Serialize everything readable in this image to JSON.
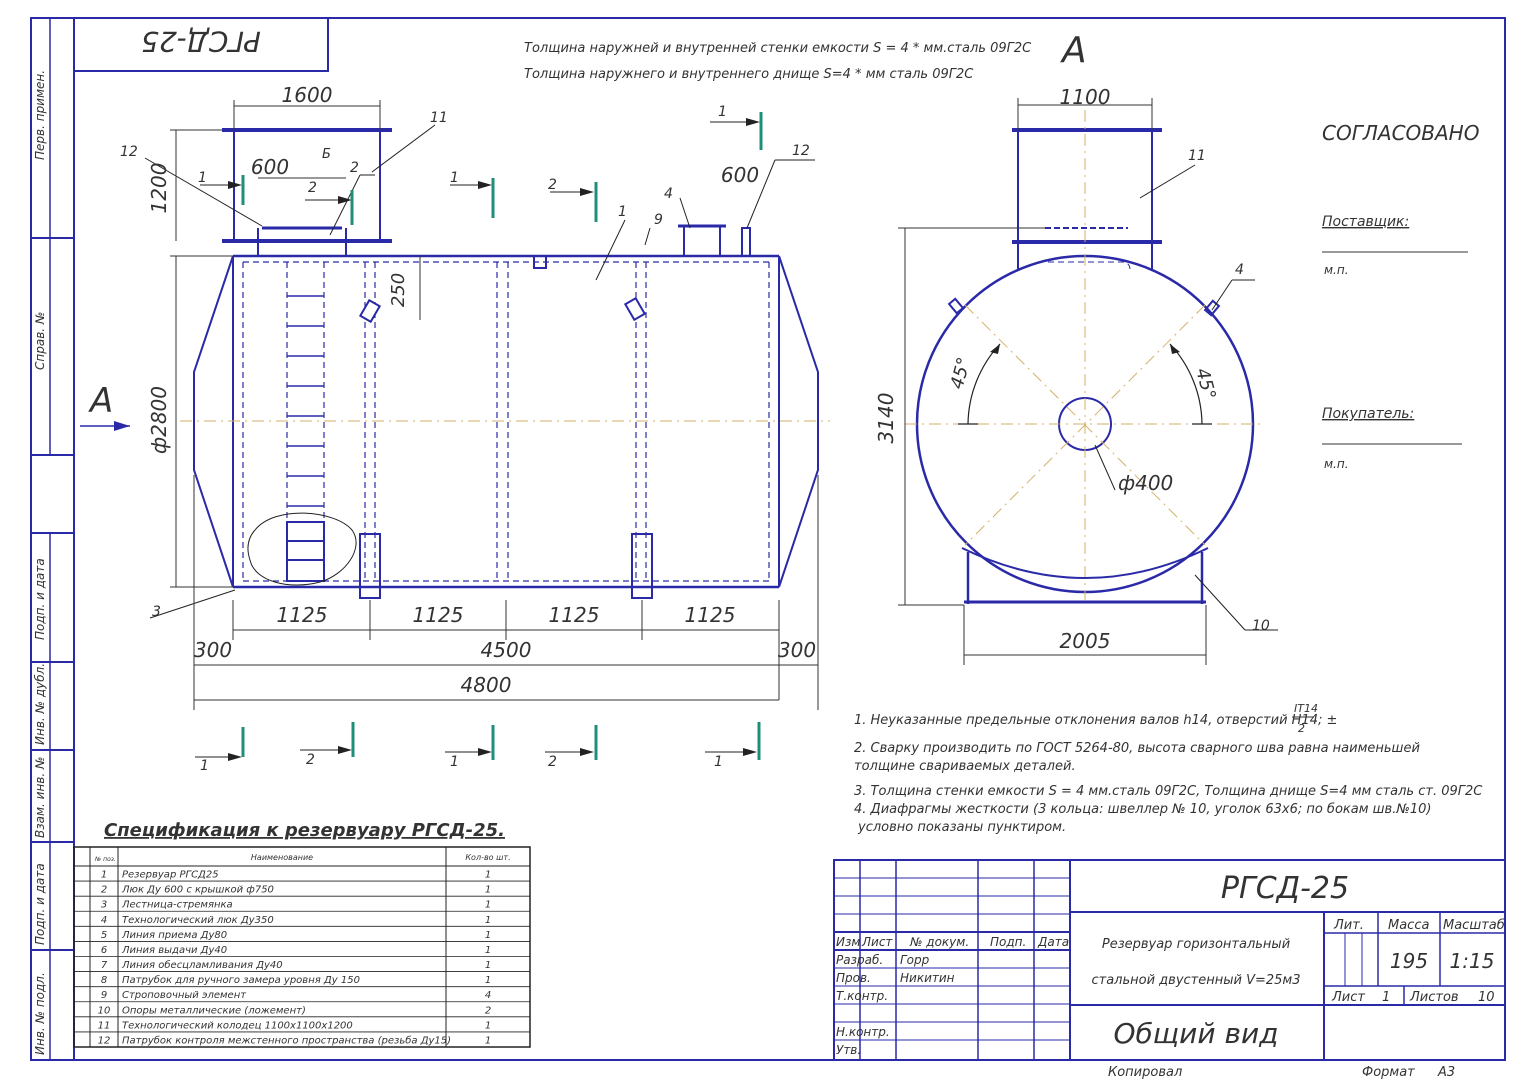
{
  "stamp_top": "РГСД-25",
  "notes_top": [
    "Толщина наружней и внутренней стенки емкости S = 4 * мм.сталь 09Г2С",
    "Толщина наружнего и внутреннего днище S=4 * мм сталь 09Г2С"
  ],
  "side_strip": [
    "Перв. примен.",
    "Справ. №",
    "Подп. и дата",
    "Инв. № дубл.",
    "Взам. инв. №",
    "Подп. и дата",
    "Инв. № подл."
  ],
  "view_label": "А",
  "dims": {
    "d1600": "1600",
    "d600a": "600",
    "d1200": "1200",
    "d600b": "600",
    "d250": "250",
    "d2800": "ф2800",
    "d1125": "1125",
    "d4500": "4500",
    "d300": "300",
    "d4800": "4800",
    "d1100": "1100",
    "d3140": "3140",
    "d2005": "2005",
    "d400": "ф400",
    "a45": "45°"
  },
  "callouts": [
    "1",
    "2",
    "3",
    "4",
    "9",
    "10",
    "11",
    "12",
    "Б"
  ],
  "approval": {
    "title": "СОГЛАСОВАНО",
    "supplier": "Поставщик:",
    "buyer": "Покупатель:",
    "mp": "м.п."
  },
  "tech_notes": [
    "1. Неуказанные предельные отклонения валов h14, отверстий H14; ±",
    "IT14",
    "2",
    "2. Сварку производить  по ГОСТ 5264-80, высота сварного шва равна наименьшей",
    "толщине свариваемых деталей.",
    "3. Толщина стенки емкости S = 4 мм.сталь 09Г2С, Толщина днище S=4 мм сталь ст. 09Г2С",
    "4. Диафрагмы жесткости (3 кольца: швеллер № 10,  уголок 63х6; по бокам шв.№10)",
    "условно показаны пунктиром."
  ],
  "spec": {
    "title": "Спецификация к резервуару РГСД-25.",
    "headers": [
      "№ поз.",
      "Наименование",
      "Кол-во шт."
    ],
    "rows": [
      [
        "1",
        "Резервуар РГСД25",
        "1"
      ],
      [
        "2",
        "Люк Ду 600 с крышкой ф750",
        "1"
      ],
      [
        "3",
        "Лестница-стремянка",
        "1"
      ],
      [
        "4",
        "Технологический люк Ду350",
        "1"
      ],
      [
        "5",
        "Линия приема Ду80",
        "1"
      ],
      [
        "6",
        "Линия выдачи Ду40",
        "1"
      ],
      [
        "7",
        "Линия обесцламливания Ду40",
        "1"
      ],
      [
        "8",
        "Патрубок для ручного замера уровня Ду 150",
        "1"
      ],
      [
        "9",
        "Строповочный элемент",
        "4"
      ],
      [
        "10",
        "Опоры металлические (ложемент)",
        "2"
      ],
      [
        "11",
        "Технологический колодец 1100х1100х1200",
        "1"
      ],
      [
        "12",
        "Патрубок контроля межстенного пространства (резьба Ду15)",
        "1"
      ]
    ]
  },
  "titleblock": {
    "code": "РГСД-25",
    "name_line1": "Резервуар горизонтальный",
    "name_line2": "стальной двустенный V=25м3",
    "view": "Общий вид",
    "col_izm": "Изм",
    "col_list": "Лист",
    "col_doc": "№ докум.",
    "col_sign": "Подп.",
    "col_date": "Дата",
    "razrab": "Разраб.",
    "razrab_name": "Горр",
    "prov": "Пров.",
    "prov_name": "Никитин",
    "tkontr": "Т.контр.",
    "nkontr": "Н.контр.",
    "utv": "Утв.",
    "lit": "Лит.",
    "massa": "Масса",
    "masshtab": "Масштаб",
    "mass_value": "195",
    "scale_value": "1:15",
    "sheet_label": "Лист",
    "sheet_value": "1",
    "sheets_label": "Листов",
    "sheets_value": "10",
    "copied": "Копировал",
    "format": "Формат",
    "format_value": "А3"
  }
}
